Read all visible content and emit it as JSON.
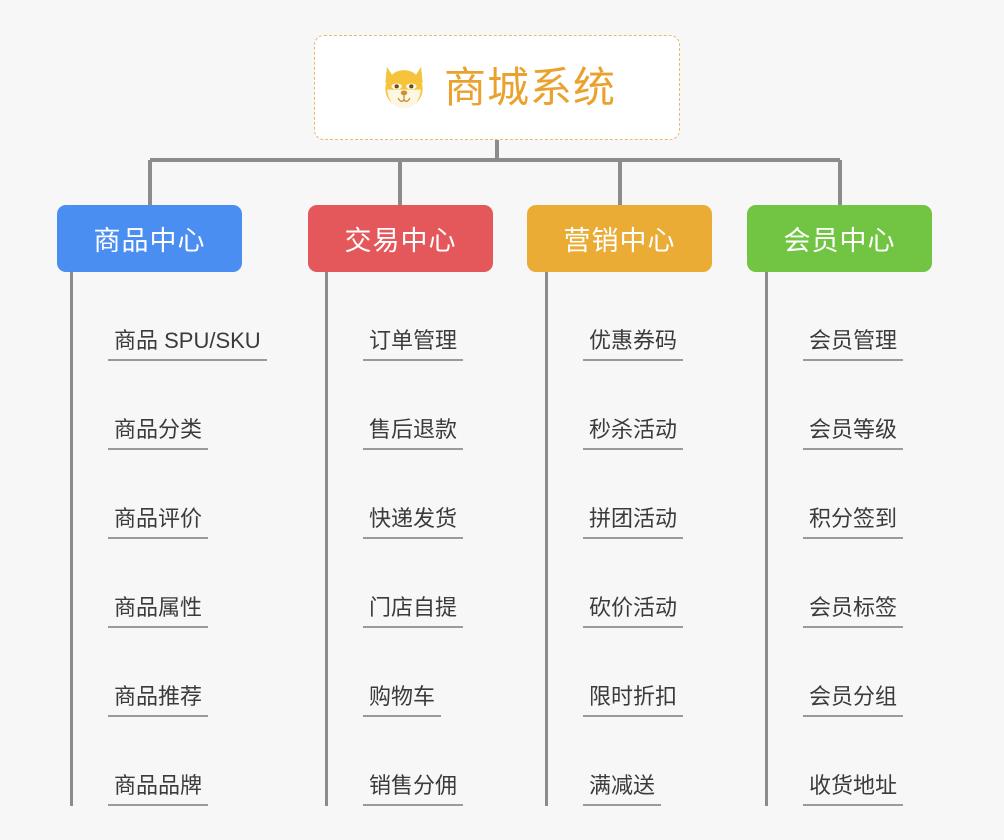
{
  "diagram": {
    "type": "mindmap",
    "background_color": "#f7f7f7",
    "root": {
      "title": "商城系统",
      "icon": "shiba-dog-icon",
      "text_color": "#eaa22e",
      "border_color": "#e9b96b",
      "background_color": "#ffffff"
    },
    "connector_color": "#8c8c8c",
    "branches": [
      {
        "label": "商品中心",
        "color": "#4a8ef1",
        "items": [
          "商品 SPU/SKU",
          "商品分类",
          "商品评价",
          "商品属性",
          "商品推荐",
          "商品品牌"
        ]
      },
      {
        "label": "交易中心",
        "color": "#e4585c",
        "items": [
          "订单管理",
          "售后退款",
          "快递发货",
          "门店自提",
          "购物车",
          "销售分佣"
        ]
      },
      {
        "label": "营销中心",
        "color": "#eaac35",
        "items": [
          "优惠券码",
          "秒杀活动",
          "拼团活动",
          "砍价活动",
          "限时折扣",
          "满减送"
        ]
      },
      {
        "label": "会员中心",
        "color": "#71c543",
        "items": [
          "会员管理",
          "会员等级",
          "积分签到",
          "会员标签",
          "会员分组",
          "收货地址"
        ]
      }
    ]
  }
}
